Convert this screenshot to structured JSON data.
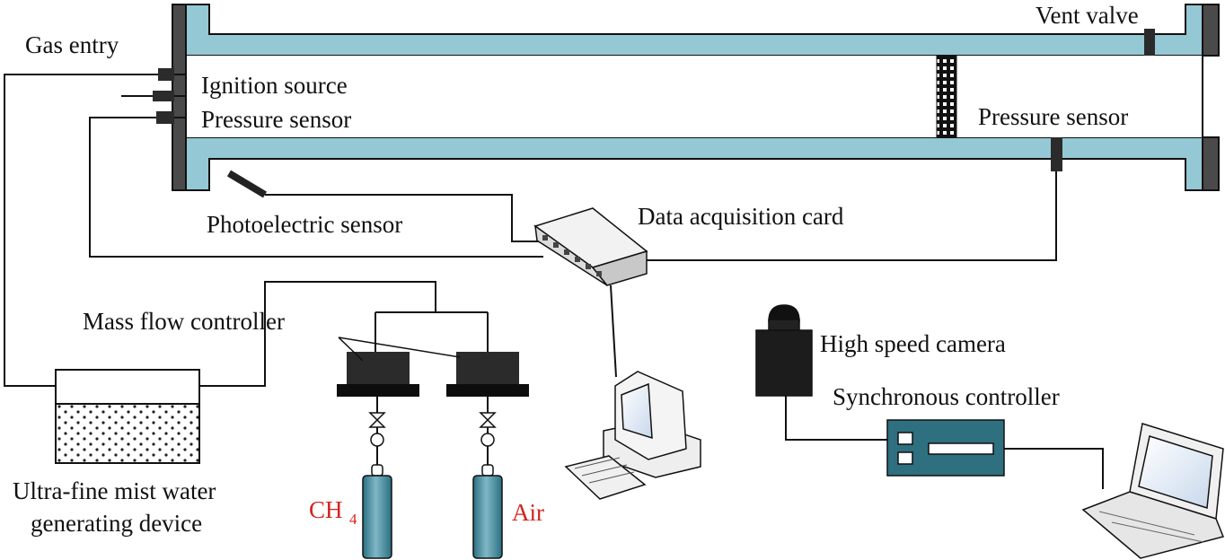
{
  "labels": {
    "gas_entry": "Gas entry",
    "ignition_source": "Ignition source",
    "pressure_sensor_left": "Pressure sensor",
    "pressure_sensor_right": "Pressure sensor",
    "vent_valve": "Vent valve",
    "photoelectric_sensor": "Photoelectric sensor",
    "data_acquisition_card": "Data acquisition card",
    "mass_flow_controller": "Mass flow controller",
    "high_speed_camera": "High speed camera",
    "synchronous_controller": "Synchronous controller",
    "mist_device_line1": "Ultra-fine mist water",
    "mist_device_line2": "generating device",
    "ch4_main": "CH",
    "ch4_sub": "4",
    "air": "Air"
  },
  "colors": {
    "pipe_wall": "#94c8d4",
    "flange": "#4a4a4a",
    "cylinder": "#2f7f94",
    "controller": "#2e6f80",
    "label_red": "#d4231f",
    "device_dark": "#2b2b2b"
  },
  "icons": [
    "computer-icon",
    "laptop-icon",
    "camera-icon",
    "gas-cylinder-icon",
    "valve-icon"
  ]
}
